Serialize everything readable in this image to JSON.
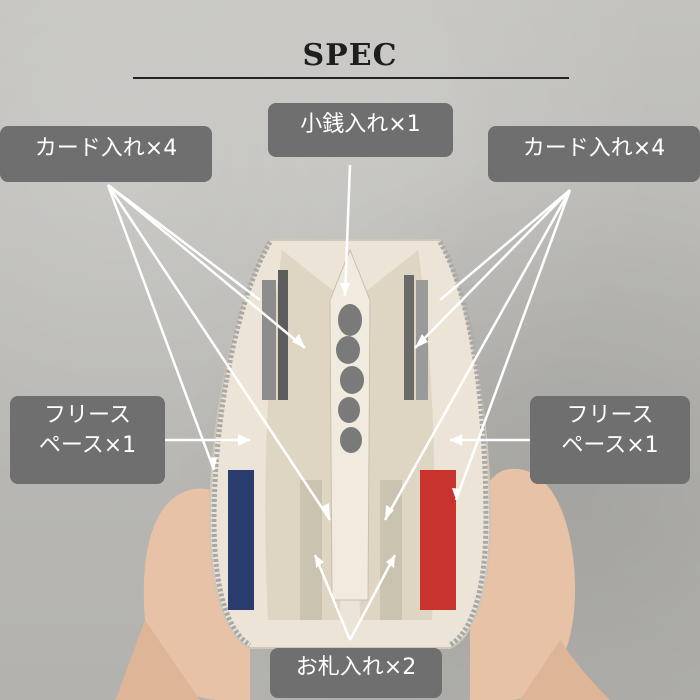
{
  "title": "SPEC",
  "labels": {
    "card_left": "カード入れ×4",
    "coin": "小銭入れ×1",
    "card_right": "カード入れ×4",
    "free_left_line1": "フリース",
    "free_left_line2": "ペース×1",
    "free_right_line1": "フリース",
    "free_right_line2": "ペース×1",
    "bill": "お札入れ×2"
  },
  "colors": {
    "label_bg": "#6f6f6f",
    "label_text": "#ffffff",
    "wallet": "#ece4d6",
    "arrow": "#ffffff"
  }
}
